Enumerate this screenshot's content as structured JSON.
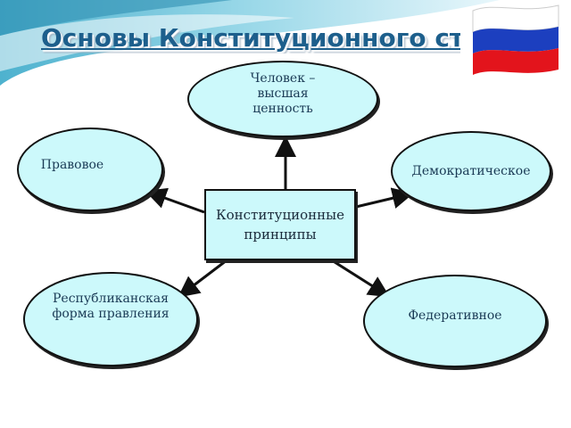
{
  "title": "Основы Конституционного строя",
  "center_node": "Конституционные принципы",
  "nodes": {
    "top": "Человек – высшая ценность",
    "left_upper": "Правовое",
    "right_upper": "Демократическое",
    "left_lower": "Республиканская форма правления",
    "right_lower": "Федеративное"
  },
  "colors": {
    "node_fill": "#ccf9fb",
    "title": "#1d5f8c",
    "flag_white": "#ffffff",
    "flag_blue": "#1c3fbf",
    "flag_red": "#e3141c"
  }
}
